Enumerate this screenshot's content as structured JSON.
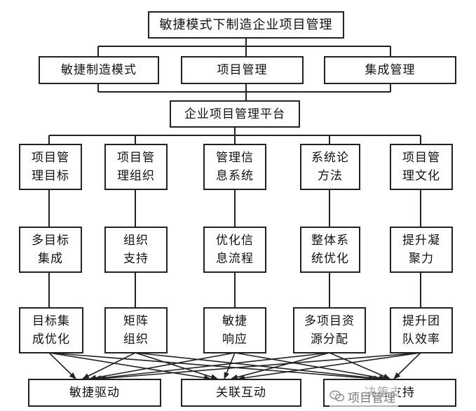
{
  "root": "敏捷模式下制造企业项目管理",
  "level1": [
    "敏捷制造模式",
    "项目管理",
    "集成管理"
  ],
  "platform": "企业项目管理平台",
  "columns": [
    {
      "top": "项目管\n理目标",
      "mid": "多目标\n集成",
      "bottom": "目标集\n成优化"
    },
    {
      "top": "项目管\n理组织",
      "mid": "组织\n支持",
      "bottom": "矩阵\n组织"
    },
    {
      "top": "管理信\n息系统",
      "mid": "优化信\n息流程",
      "bottom": "敏捷\n响应"
    },
    {
      "top": "系统论\n方法",
      "mid": "整体系\n统优化",
      "bottom": "多项目资\n源分配"
    },
    {
      "top": "项目管\n理文化",
      "mid": "提升凝\n聚力",
      "bottom": "提升团\n队效率"
    }
  ],
  "outcomes": [
    "敏捷驱动",
    "关联互动",
    "决策支持"
  ],
  "watermark": "项目管理",
  "watermark_icon": "wechat-icon"
}
